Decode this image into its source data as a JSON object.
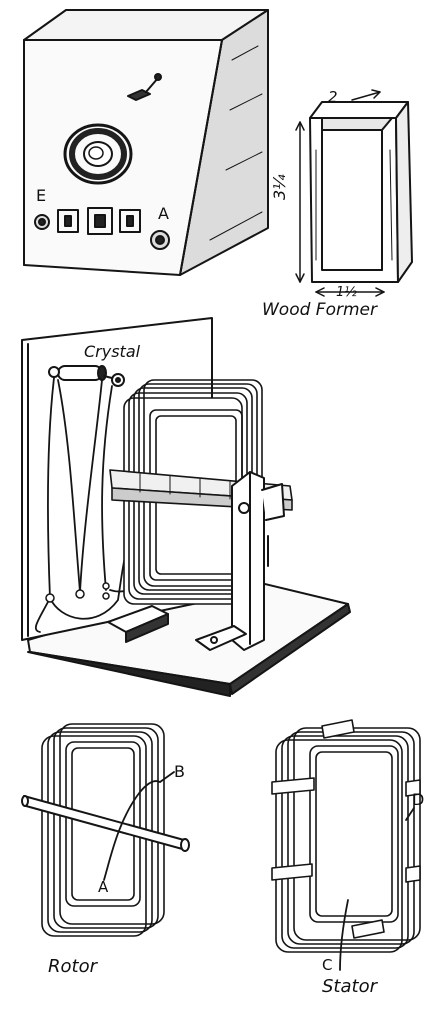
{
  "figure": {
    "radio_box": {
      "terminal_left": "E",
      "terminal_right": "A"
    },
    "wood_former": {
      "caption": "Wood Former",
      "dim_depth": "2",
      "dim_height": "3¼",
      "dim_width": "1½"
    },
    "assembly": {
      "crystal_label": "Crystal"
    },
    "rotor": {
      "caption": "Rotor",
      "mark_a": "A",
      "mark_b": "B"
    },
    "stator": {
      "caption": "Stator",
      "mark_c": "C",
      "mark_d": "D"
    }
  }
}
